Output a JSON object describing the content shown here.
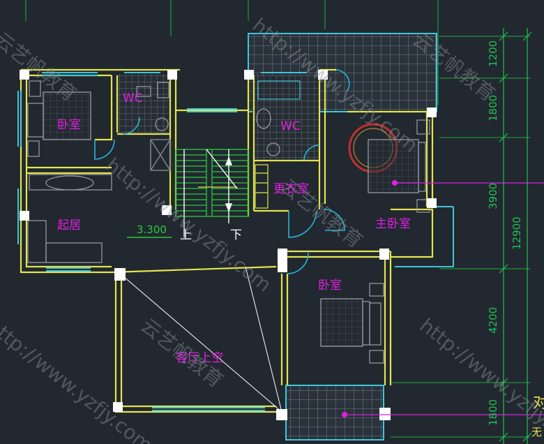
{
  "rooms": {
    "bedroom_nw": "卧室",
    "wc_nw": "WC",
    "wc_center": "WC",
    "dressing": "更衣室",
    "master_bedroom": "主卧室",
    "living_room": "起居",
    "bedroom_se": "卧室",
    "hall_void": "客厅上空"
  },
  "stairs": {
    "elevation": "3.300",
    "up_label": "上",
    "down_label": "下"
  },
  "dimensions": [
    "1200",
    "1800",
    "3900",
    "12900",
    "4200",
    "1800"
  ],
  "edge_text": [
    "无",
    "对"
  ],
  "watermark": {
    "url": "http://www.yzfjy.com",
    "brand": "云艺帆教育"
  },
  "colors": {
    "background": "#212830",
    "wall": "#E4E44C",
    "window": "#3FC6DA",
    "stair": "#2BCC3B",
    "grid_line": "#23AE3A",
    "door": "#29B6D6",
    "room_label": "#E020E0",
    "dimension": "#20C050",
    "furniture": "#9AA0A8",
    "column": "#FFFFFF"
  }
}
